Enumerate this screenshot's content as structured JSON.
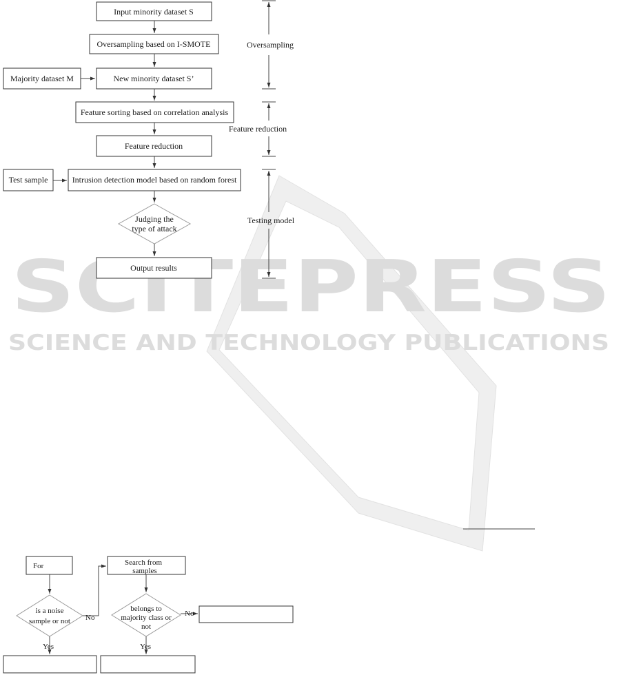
{
  "watermark": {
    "name": "SCITEPRESS",
    "tagline": "SCIENCE AND TECHNOLOGY PUBLICATIONS"
  },
  "flowchart_1": {
    "input_minority": "Input minority dataset  S",
    "oversampling_step": "Oversampling based on I-SMOTE",
    "majority_dataset": "Majority dataset M",
    "new_minority": "New minority dataset S’",
    "feature_sorting": "Feature sorting based on correlation analysis",
    "feature_reduction_step": "Feature reduction",
    "test_sample": "Test sample",
    "rf_model": "Intrusion detection model based on random forest",
    "judging_line1": "Judging the",
    "judging_line2": "type of attack",
    "output_results": "Output results",
    "phase_oversampling": "Oversampling",
    "phase_feature_reduction": "Feature reduction",
    "phase_testing_model": "Testing model"
  },
  "flowchart_2": {
    "for_label": "For",
    "noise_line1": "is a noise",
    "noise_line2": "sample or not",
    "no_label_1": "No",
    "yes_label_1": "Yes",
    "search_line1": "Search        from",
    "search_line2": "samples",
    "majority_line1": "belongs to",
    "majority_line2": "majority class or",
    "majority_line3": "not",
    "no_label_2": "No",
    "yes_label_2": "Yes"
  }
}
